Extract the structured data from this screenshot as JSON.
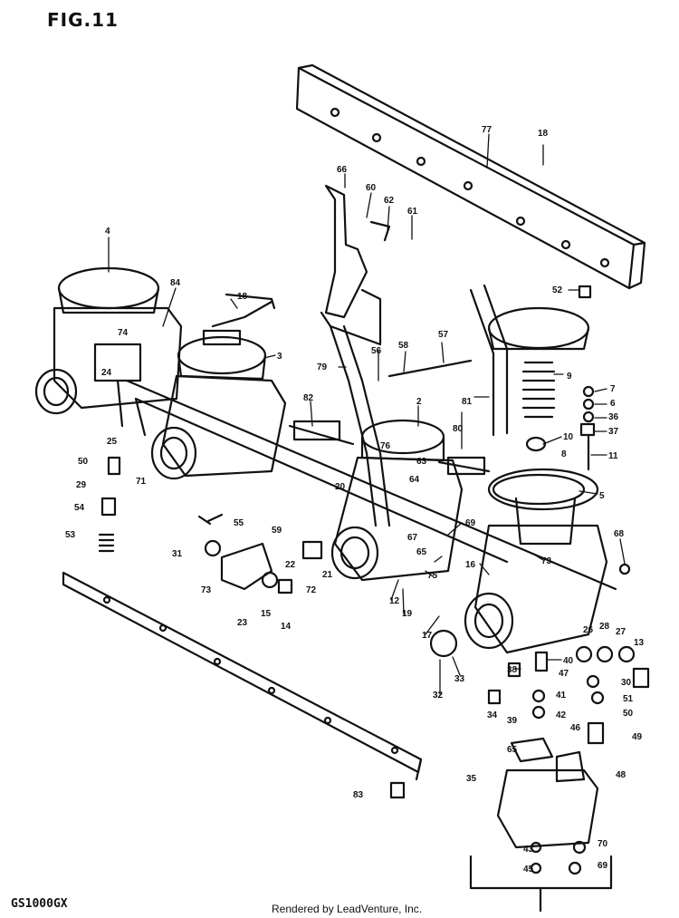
{
  "figure_title": "FIG.11",
  "model_code": "GS1000GX",
  "credit": "Rendered by LeadVenture, Inc.",
  "callouts": [
    {
      "id": "c4",
      "text": "4"
    },
    {
      "id": "c84",
      "text": "84"
    },
    {
      "id": "c18a",
      "text": "18"
    },
    {
      "id": "c3",
      "text": "3"
    },
    {
      "id": "c74",
      "text": "74"
    },
    {
      "id": "c24",
      "text": "24"
    },
    {
      "id": "c25",
      "text": "25"
    },
    {
      "id": "c71",
      "text": "71"
    },
    {
      "id": "c50",
      "text": "50"
    },
    {
      "id": "c29",
      "text": "29"
    },
    {
      "id": "c54",
      "text": "54"
    },
    {
      "id": "c53",
      "text": "53"
    },
    {
      "id": "c31",
      "text": "31"
    },
    {
      "id": "c55",
      "text": "55"
    },
    {
      "id": "c59",
      "text": "59"
    },
    {
      "id": "c73a",
      "text": "73"
    },
    {
      "id": "c23",
      "text": "23"
    },
    {
      "id": "c15",
      "text": "15"
    },
    {
      "id": "c14",
      "text": "14"
    },
    {
      "id": "c22",
      "text": "22"
    },
    {
      "id": "c72",
      "text": "72"
    },
    {
      "id": "c21",
      "text": "21"
    },
    {
      "id": "c20",
      "text": "20"
    },
    {
      "id": "c66",
      "text": "66"
    },
    {
      "id": "c60a",
      "text": "60"
    },
    {
      "id": "c62",
      "text": "62"
    },
    {
      "id": "c61",
      "text": "61"
    },
    {
      "id": "c79",
      "text": "79"
    },
    {
      "id": "c82",
      "text": "82"
    },
    {
      "id": "c56",
      "text": "56"
    },
    {
      "id": "c58",
      "text": "58"
    },
    {
      "id": "c57",
      "text": "57"
    },
    {
      "id": "c2",
      "text": "2"
    },
    {
      "id": "c76",
      "text": "76"
    },
    {
      "id": "c63",
      "text": "63"
    },
    {
      "id": "c64",
      "text": "64"
    },
    {
      "id": "c81",
      "text": "81"
    },
    {
      "id": "c80",
      "text": "80"
    },
    {
      "id": "c77",
      "text": "77"
    },
    {
      "id": "c18b",
      "text": "18"
    },
    {
      "id": "c52",
      "text": "52"
    },
    {
      "id": "c9",
      "text": "9"
    },
    {
      "id": "c7",
      "text": "7"
    },
    {
      "id": "c6",
      "text": "6"
    },
    {
      "id": "c36",
      "text": "36"
    },
    {
      "id": "c37",
      "text": "37"
    },
    {
      "id": "c10",
      "text": "10"
    },
    {
      "id": "c8",
      "text": "8"
    },
    {
      "id": "c11",
      "text": "11"
    },
    {
      "id": "c5",
      "text": "5"
    },
    {
      "id": "c69a",
      "text": "69"
    },
    {
      "id": "c67",
      "text": "67"
    },
    {
      "id": "c68",
      "text": "68"
    },
    {
      "id": "c65",
      "text": "65"
    },
    {
      "id": "c75",
      "text": "75"
    },
    {
      "id": "c16",
      "text": "16"
    },
    {
      "id": "c73b",
      "text": "73"
    },
    {
      "id": "c12",
      "text": "12"
    },
    {
      "id": "c19",
      "text": "19"
    },
    {
      "id": "c17",
      "text": "17"
    },
    {
      "id": "c33",
      "text": "33"
    },
    {
      "id": "c32",
      "text": "32"
    },
    {
      "id": "c38",
      "text": "38"
    },
    {
      "id": "c40",
      "text": "40"
    },
    {
      "id": "c47",
      "text": "47"
    },
    {
      "id": "c41",
      "text": "41"
    },
    {
      "id": "c42",
      "text": "42"
    },
    {
      "id": "c34",
      "text": "34"
    },
    {
      "id": "c39",
      "text": "39"
    },
    {
      "id": "c26",
      "text": "26"
    },
    {
      "id": "c28",
      "text": "28"
    },
    {
      "id": "c27",
      "text": "27"
    },
    {
      "id": "c13",
      "text": "13"
    },
    {
      "id": "c30",
      "text": "30"
    },
    {
      "id": "c51",
      "text": "51"
    },
    {
      "id": "c50b",
      "text": "50"
    },
    {
      "id": "c46",
      "text": "46"
    },
    {
      "id": "c49",
      "text": "49"
    },
    {
      "id": "c65b",
      "text": "65"
    },
    {
      "id": "c48",
      "text": "48"
    },
    {
      "id": "c35",
      "text": "35"
    },
    {
      "id": "c83",
      "text": "83"
    },
    {
      "id": "c43",
      "text": "43"
    },
    {
      "id": "c70",
      "text": "70"
    },
    {
      "id": "c45",
      "text": "45"
    },
    {
      "id": "c69b",
      "text": "69"
    }
  ]
}
